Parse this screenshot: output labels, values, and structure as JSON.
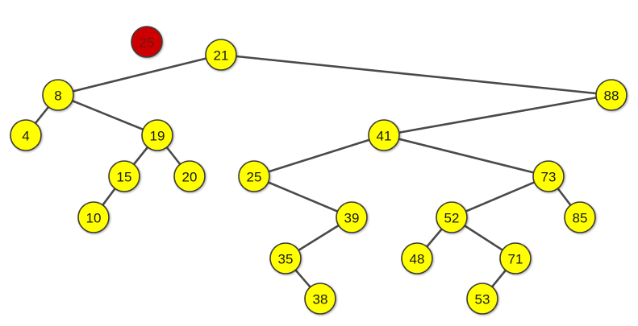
{
  "colors": {
    "node_fill": "#ffff00",
    "pending_fill": "#cc0000",
    "edge": "#4a4a4a"
  },
  "pending_node": {
    "label": "25"
  },
  "tree": {
    "nodes": [
      {
        "id": "n21",
        "label": "21"
      },
      {
        "id": "n8",
        "label": "8"
      },
      {
        "id": "n88",
        "label": "88"
      },
      {
        "id": "n4",
        "label": "4"
      },
      {
        "id": "n19",
        "label": "19"
      },
      {
        "id": "n15",
        "label": "15"
      },
      {
        "id": "n20",
        "label": "20"
      },
      {
        "id": "n10",
        "label": "10"
      },
      {
        "id": "n41",
        "label": "41"
      },
      {
        "id": "n25",
        "label": "25"
      },
      {
        "id": "n73",
        "label": "73"
      },
      {
        "id": "n39",
        "label": "39"
      },
      {
        "id": "n35",
        "label": "35"
      },
      {
        "id": "n38",
        "label": "38"
      },
      {
        "id": "n52",
        "label": "52"
      },
      {
        "id": "n85",
        "label": "85"
      },
      {
        "id": "n48",
        "label": "48"
      },
      {
        "id": "n71",
        "label": "71"
      },
      {
        "id": "n53",
        "label": "53"
      }
    ],
    "edges": [
      [
        "n21",
        "n8"
      ],
      [
        "n21",
        "n88"
      ],
      [
        "n8",
        "n4"
      ],
      [
        "n8",
        "n19"
      ],
      [
        "n19",
        "n15"
      ],
      [
        "n19",
        "n20"
      ],
      [
        "n15",
        "n10"
      ],
      [
        "n88",
        "n41"
      ],
      [
        "n41",
        "n25"
      ],
      [
        "n41",
        "n73"
      ],
      [
        "n25",
        "n39"
      ],
      [
        "n39",
        "n35"
      ],
      [
        "n35",
        "n38"
      ],
      [
        "n73",
        "n52"
      ],
      [
        "n73",
        "n85"
      ],
      [
        "n52",
        "n48"
      ],
      [
        "n52",
        "n71"
      ],
      [
        "n71",
        "n53"
      ]
    ]
  }
}
